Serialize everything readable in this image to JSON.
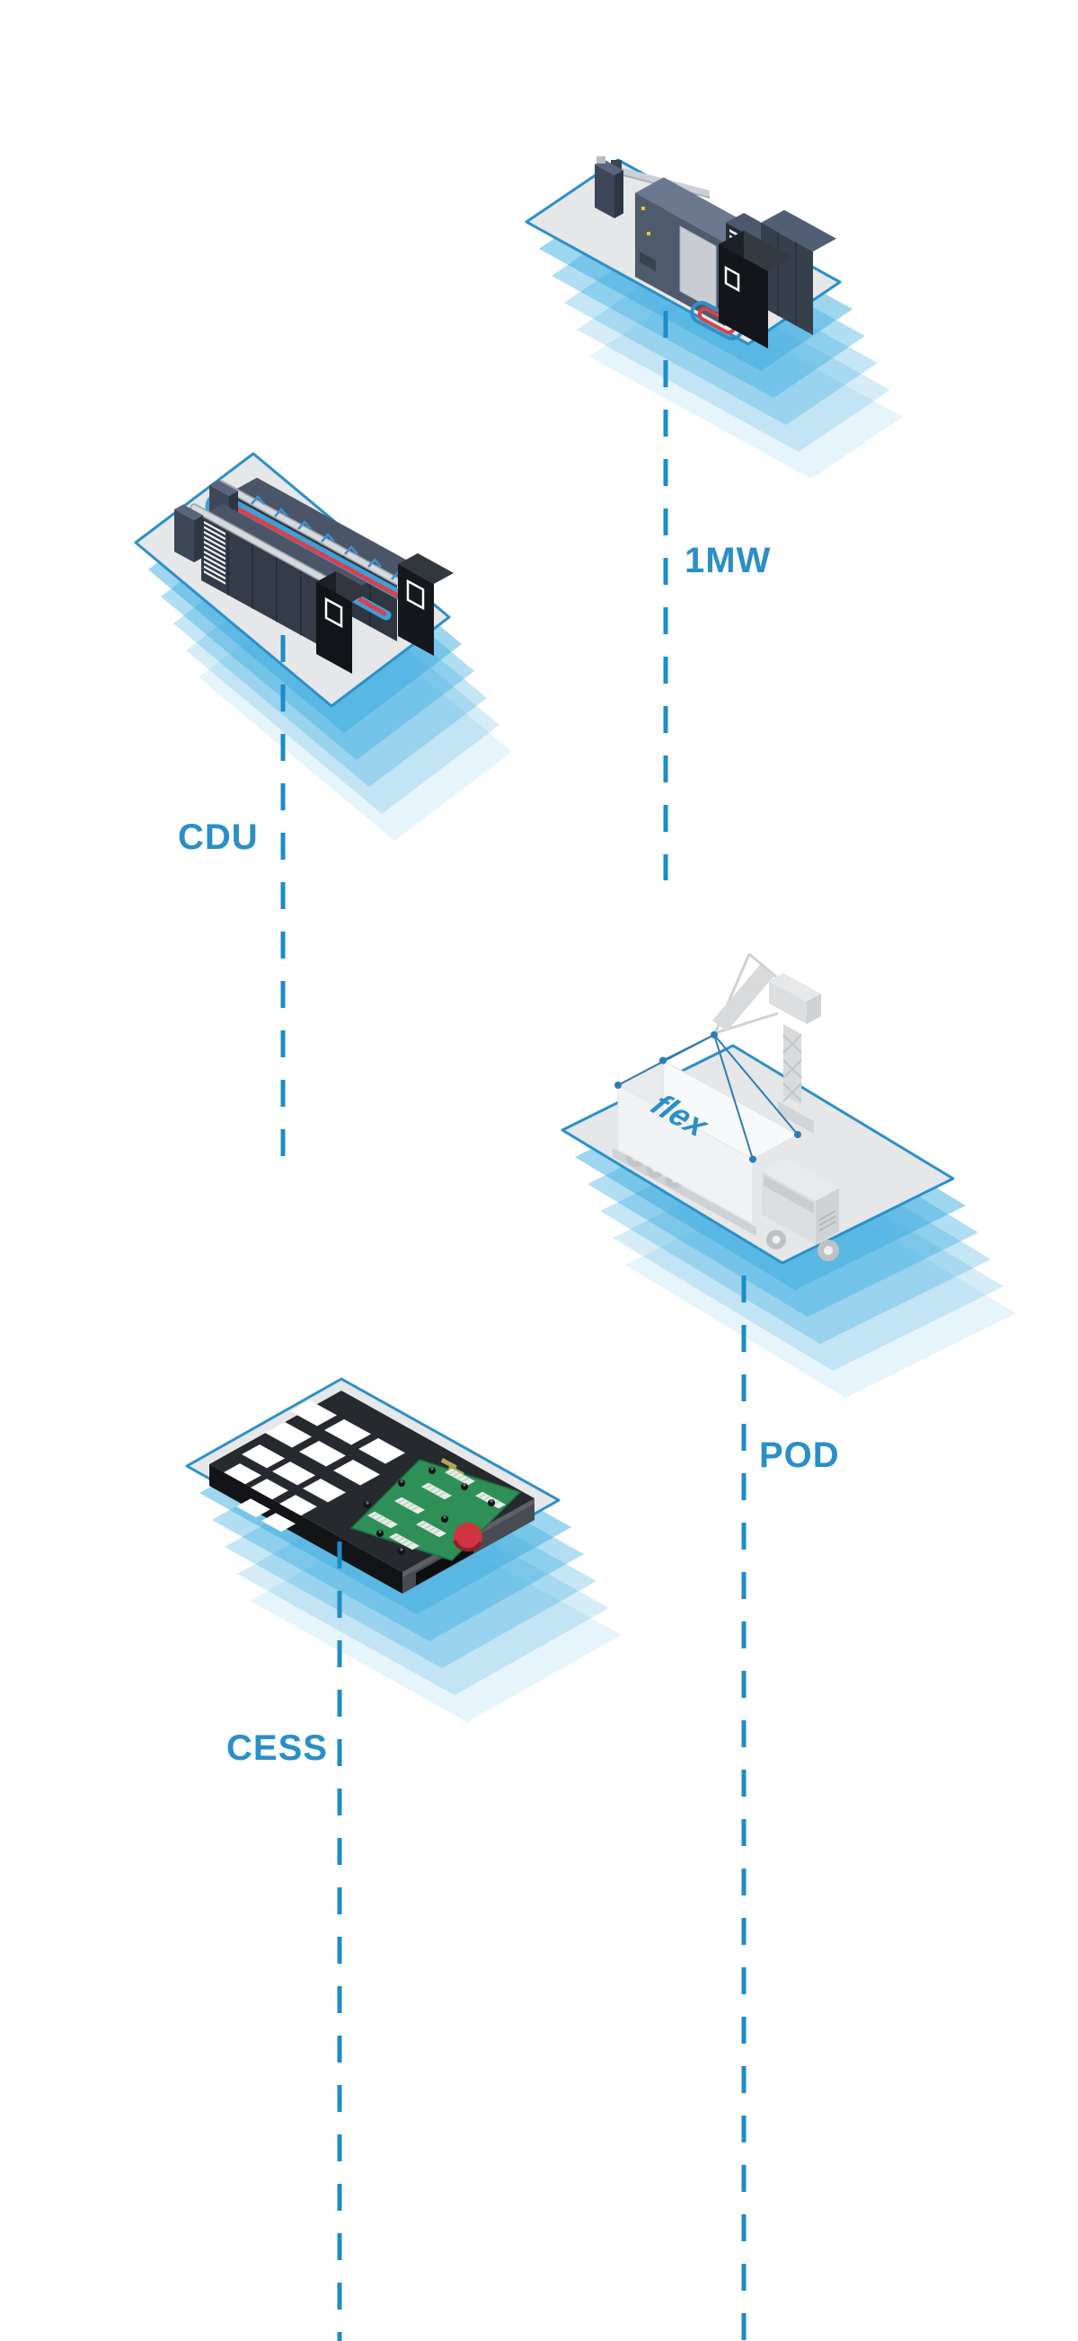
{
  "page": {
    "background_color": "#ffffff"
  },
  "palette": {
    "label_blue": "#2a8fc7",
    "connector_blue": "#1e8cc6",
    "layer_blue": "#3dacdf",
    "platform_fill": "#e6e7e9",
    "platform_border": "#2a90c9",
    "pipe_red": "#d8414b",
    "pipe_blue": "#3f9fd6",
    "pcb_green": "#2e8f57",
    "ghost_gray": "#d8dadc"
  },
  "nodes": [
    {
      "id": "1mw",
      "label": "1MW",
      "illustration": "one-megawatt-power-row-isometric"
    },
    {
      "id": "cdu",
      "label": "CDU",
      "illustration": "coolant-distribution-rack-rows-isometric"
    },
    {
      "id": "pod",
      "label": "POD",
      "illustration": "container-truck-with-crane-isometric",
      "container_logo": "flex"
    },
    {
      "id": "cess",
      "label": "CESS",
      "illustration": "modular-facility-floorplate-isometric"
    }
  ]
}
